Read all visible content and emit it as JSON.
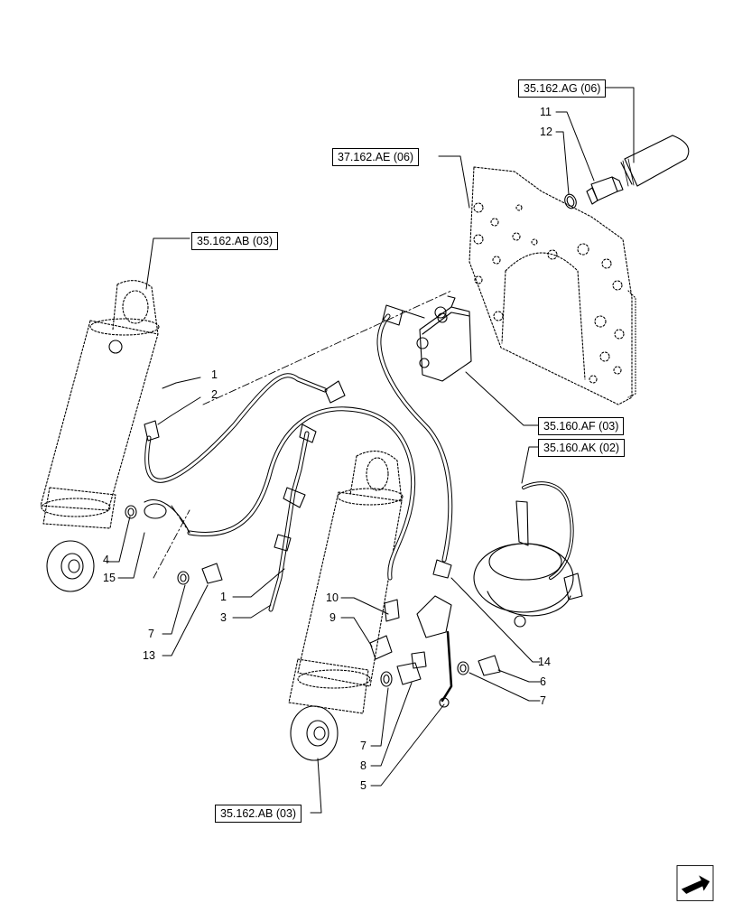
{
  "refs": [
    {
      "id": "ag06",
      "label": "35.162.AG (06)"
    },
    {
      "id": "ae06",
      "label": "37.162.AE (06)"
    },
    {
      "id": "ab03_top",
      "label": "35.162.AB (03)"
    },
    {
      "id": "af03",
      "label": "35.160.AF (03)"
    },
    {
      "id": "ak02",
      "label": "35.160.AK (02)"
    },
    {
      "id": "ab03_bottom",
      "label": "35.162.AB (03)"
    }
  ],
  "callouts": [
    {
      "id": "c11",
      "label": "11"
    },
    {
      "id": "c12",
      "label": "12"
    },
    {
      "id": "c1a",
      "label": "1"
    },
    {
      "id": "c2",
      "label": "2"
    },
    {
      "id": "c4",
      "label": "4"
    },
    {
      "id": "c15",
      "label": "15"
    },
    {
      "id": "c1b",
      "label": "1"
    },
    {
      "id": "c3",
      "label": "3"
    },
    {
      "id": "c7a",
      "label": "7"
    },
    {
      "id": "c13",
      "label": "13"
    },
    {
      "id": "c10",
      "label": "10"
    },
    {
      "id": "c9",
      "label": "9"
    },
    {
      "id": "c14",
      "label": "14"
    },
    {
      "id": "c6",
      "label": "6"
    },
    {
      "id": "c7b",
      "label": "7"
    },
    {
      "id": "c7c",
      "label": "7"
    },
    {
      "id": "c8",
      "label": "8"
    },
    {
      "id": "c5",
      "label": "5"
    }
  ],
  "icons": {
    "navigation": "next-page-arrow-icon"
  },
  "colors": {
    "line": "#000000",
    "background": "#ffffff"
  }
}
